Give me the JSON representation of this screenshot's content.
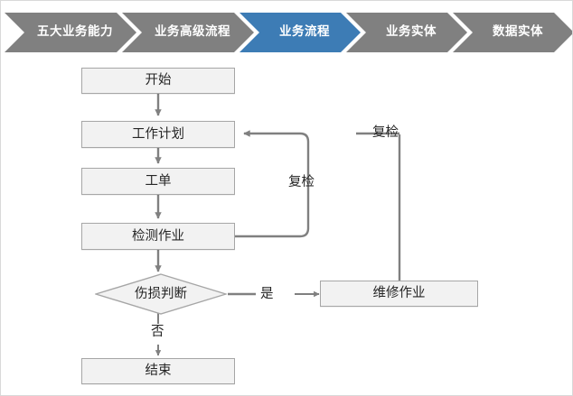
{
  "theme": {
    "chevron_inactive_fill": "#808080",
    "chevron_active_fill": "#3d7cb5",
    "chevron_text": "#ffffff",
    "node_fill": "#f2f2f2",
    "node_border": "#a6a6a6",
    "connector": "#808080",
    "text": "#262626",
    "page_border": "#d9d9d9",
    "page_background": "#ffffff"
  },
  "breadcrumb": {
    "steps": [
      {
        "label": "五大业务能力",
        "active": false
      },
      {
        "label": "业务高级流程",
        "active": false
      },
      {
        "label": "业务流程",
        "active": true
      },
      {
        "label": "业务实体",
        "active": false
      },
      {
        "label": "数据实体",
        "active": false
      }
    ]
  },
  "flowchart": {
    "nodes": [
      {
        "id": "start",
        "label": "开始",
        "shape": "rect"
      },
      {
        "id": "plan",
        "label": "工作计划",
        "shape": "rect"
      },
      {
        "id": "order",
        "label": "工单",
        "shape": "rect"
      },
      {
        "id": "inspect",
        "label": "检测作业",
        "shape": "rect"
      },
      {
        "id": "decision",
        "label": "伤损判断",
        "shape": "diamond"
      },
      {
        "id": "repair",
        "label": "维修作业",
        "shape": "rect"
      },
      {
        "id": "end",
        "label": "结束",
        "shape": "rect"
      }
    ],
    "edge_labels": [
      {
        "id": "recheck-top",
        "label": "复检"
      },
      {
        "id": "recheck-middle",
        "label": "复检"
      },
      {
        "id": "yes",
        "label": "是"
      },
      {
        "id": "no",
        "label": "否"
      }
    ],
    "edges": [
      {
        "from": "start",
        "to": "plan",
        "label": ""
      },
      {
        "from": "plan",
        "to": "order",
        "label": ""
      },
      {
        "from": "order",
        "to": "inspect",
        "label": ""
      },
      {
        "from": "inspect",
        "to": "decision",
        "label": ""
      },
      {
        "from": "inspect",
        "to": "plan",
        "label": "复检"
      },
      {
        "from": "decision",
        "to": "repair",
        "label": "是"
      },
      {
        "from": "decision",
        "to": "end",
        "label": "否"
      },
      {
        "from": "repair",
        "to": "plan",
        "label": "复检"
      }
    ]
  }
}
